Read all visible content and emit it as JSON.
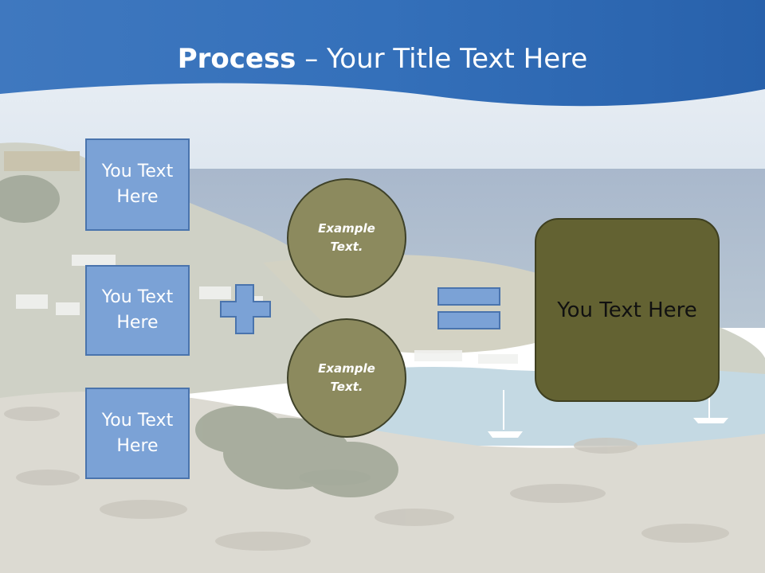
{
  "slide": {
    "title_bold": "Process",
    "title_rest": " – Your Title Text Here",
    "left_boxes": [
      {
        "text_line1": "You Text",
        "text_line2": "Here"
      },
      {
        "text_line1": "You Text",
        "text_line2": "Here"
      },
      {
        "text_line1": "You Text",
        "text_line2": "Here"
      }
    ],
    "circles": [
      {
        "line1": "Example",
        "line2": "Text."
      },
      {
        "line1": "Example",
        "line2": "Text."
      }
    ],
    "result_text": "You Text Here",
    "colors": {
      "header_blue": "#2f6bb3",
      "box_fill": "#7ba2d6",
      "box_border": "#4a74ad",
      "circle_fill": "#8c8a5e",
      "result_fill": "#636232"
    }
  }
}
